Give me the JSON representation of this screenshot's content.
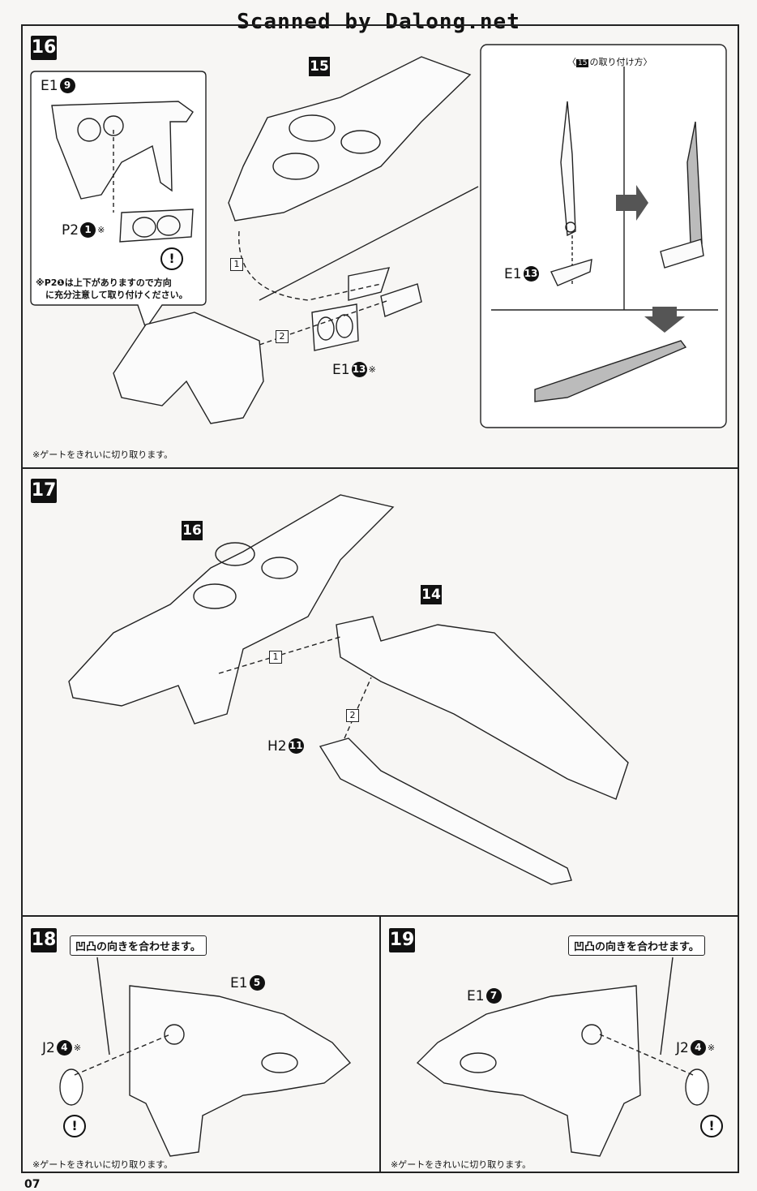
{
  "watermark": "Scanned by Dalong.net",
  "steps": {
    "s16": {
      "number": "16",
      "callout_15": "15",
      "parts": {
        "e1_9": {
          "code": "E1",
          "circle": "9"
        },
        "p2_1": {
          "code": "P2",
          "circle": "1",
          "mark": "※"
        },
        "e1_13_main": {
          "code": "E1",
          "circle": "13",
          "mark": "※"
        },
        "e1_13_inset": {
          "code": "E1",
          "circle": "13"
        }
      },
      "warning_note_line1": "※P2❶は上下がありますので方向",
      "warning_note_line2": "に充分注意して取り付けください。",
      "inset_title_num": "15",
      "inset_title_rest": "の取り付け方〉",
      "inset_title_open": "〈",
      "sub1": "1",
      "sub2": "2",
      "exclaim": "!",
      "gate_note": "※ゲートをきれいに切り取ります。"
    },
    "s17": {
      "number": "17",
      "callout_16": "16",
      "callout_14": "14",
      "parts": {
        "h2_11": {
          "code": "H2",
          "circle": "11"
        }
      },
      "sub1": "1",
      "sub2": "2"
    },
    "s18": {
      "number": "18",
      "bubble": "凹凸の向きを合わせます。",
      "parts": {
        "e1_5": {
          "code": "E1",
          "circle": "5"
        },
        "j2_4": {
          "code": "J2",
          "circle": "4",
          "mark": "※"
        }
      },
      "exclaim": "!",
      "gate_note": "※ゲートをきれいに切り取ります。"
    },
    "s19": {
      "number": "19",
      "bubble": "凹凸の向きを合わせます。",
      "parts": {
        "e1_7": {
          "code": "E1",
          "circle": "7"
        },
        "j2_4": {
          "code": "J2",
          "circle": "4",
          "mark": "※"
        }
      },
      "exclaim": "!",
      "gate_note": "※ゲートをきれいに切り取ります。"
    }
  },
  "page_number": "07"
}
